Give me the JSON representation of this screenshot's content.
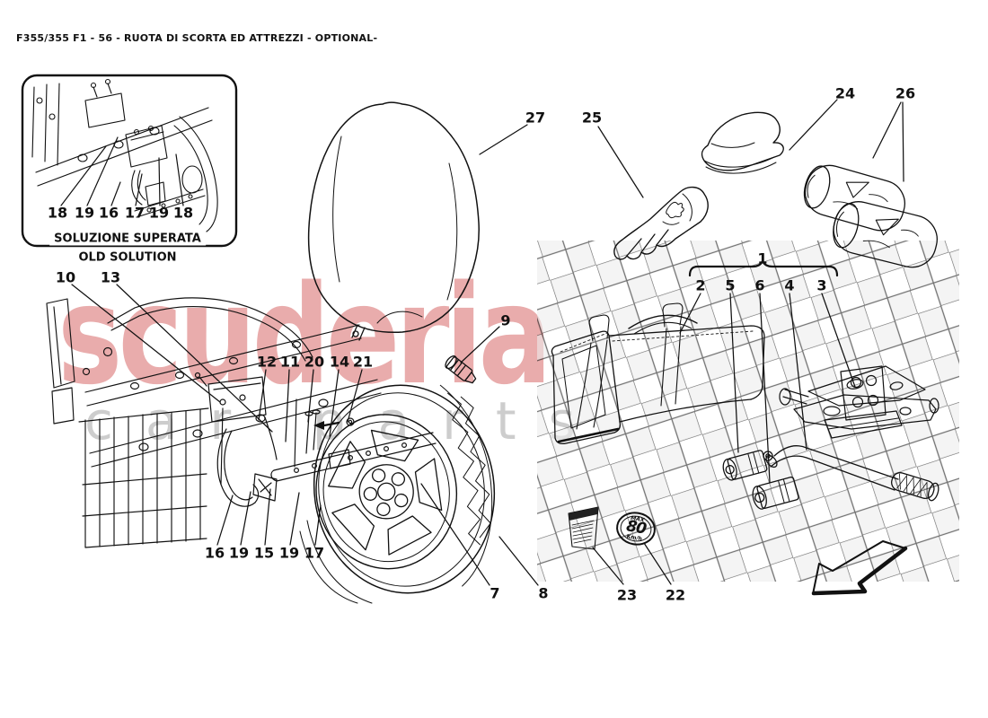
{
  "title": "F355/355 F1 - 56 - RUOTA DI SCORTA ED ATTREZZI - OPTIONAL-",
  "watermark": {
    "primary": "scuderia",
    "secondary": "car parts",
    "primary_color": "#c93030",
    "secondary_color": "#878787"
  },
  "inset": {
    "caption_line1": "SOLUZIONE SUPERATA",
    "caption_line2": "OLD SOLUTION",
    "numbers": [
      "18",
      "19",
      "16",
      "17",
      "19",
      "18"
    ]
  },
  "callouts": {
    "c10": "10",
    "c13": "13",
    "c12": "12",
    "c11": "11",
    "c20": "20",
    "c14": "14",
    "c21": "21",
    "c16": "16",
    "c19a": "19",
    "c15": "15",
    "c19b": "19",
    "c17": "17",
    "c7": "7",
    "c8": "8",
    "c9": "9",
    "c27": "27",
    "c25": "25",
    "c24": "24",
    "c26": "26",
    "c1": "1",
    "c2": "2",
    "c5": "5",
    "c6": "6",
    "c4": "4",
    "c3": "3",
    "c23": "23",
    "c22": "22"
  },
  "badge": {
    "line1": "MAX",
    "value": "80",
    "line2": "Km/h"
  }
}
